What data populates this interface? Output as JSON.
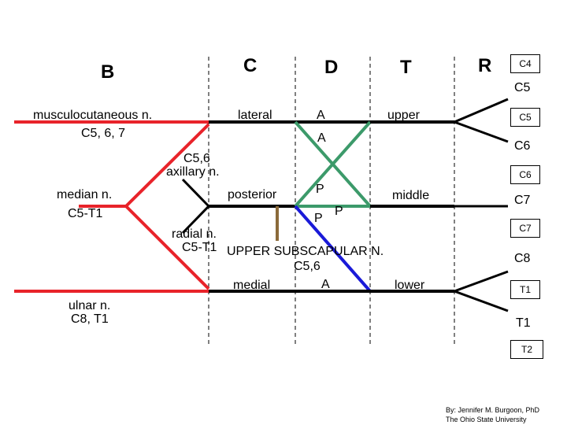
{
  "headers": {
    "b": "B",
    "c": "C",
    "d": "D",
    "t": "T",
    "r": "R"
  },
  "roots": {
    "c4": "C4",
    "c5": "C5",
    "c5b": "C5",
    "c6": "C6",
    "c6b": "C6",
    "c7": "C7",
    "c7b": "C7",
    "c8": "C8",
    "t1": "T1",
    "t1b": "T1",
    "t2": "T2"
  },
  "trunks": {
    "upper": "upper",
    "middle": "middle",
    "lower": "lower"
  },
  "divisions": {
    "a1": "A",
    "a2": "A",
    "p1": "P",
    "p2": "P",
    "p3": "P",
    "a3": "A"
  },
  "cords": {
    "lateral": "lateral",
    "posterior": "posterior",
    "medial": "medial"
  },
  "nerves": {
    "musculocutaneous": "musculocutaneous n.",
    "musculocutaneous_roots": "C5, 6, 7",
    "axillary_roots": "C5,6",
    "axillary": "axillary n.",
    "median": "median n.",
    "median_roots": "C5-T1",
    "radial": "radial n.",
    "radial_roots": "C5-T1",
    "subscapular": "UPPER SUBSCAPULAR N.",
    "subscapular_roots": "C5,6",
    "ulnar": "ulnar n.",
    "ulnar_roots": "C8, T1"
  },
  "credit": {
    "line1": "By: Jennifer M. Burgoon, PhD",
    "line2": "The Ohio State University"
  },
  "colors": {
    "red": "#e8232a",
    "green": "#3c9a6a",
    "blue": "#1a1ad8",
    "brown": "#8b6a3a",
    "black": "#000000"
  }
}
